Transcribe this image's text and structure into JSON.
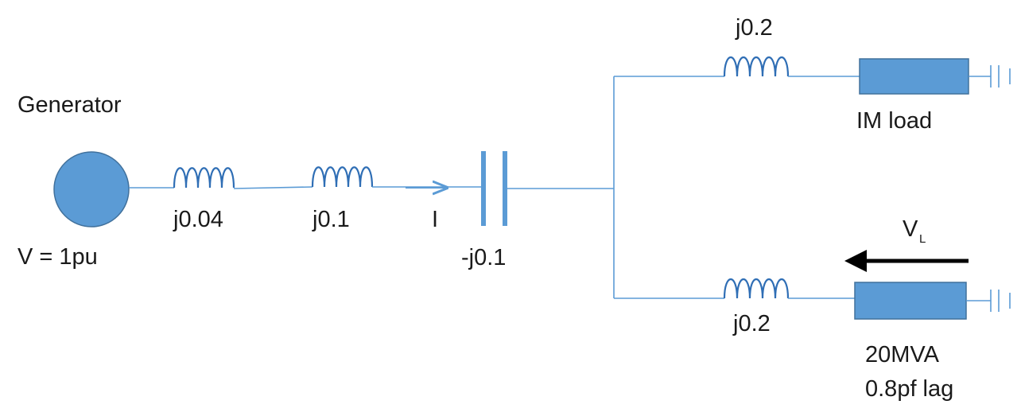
{
  "labels": {
    "generator": "Generator",
    "source_voltage": "V = 1pu",
    "x1": "j0.04",
    "x2": "j0.1",
    "current": "I",
    "capacitor": "-j0.1",
    "x_top": "j0.2",
    "im_load": "IM load",
    "voltage_main": "V",
    "voltage_sub": "L",
    "x_bottom": "j0.2",
    "load_rating": "20MVA",
    "load_pf": "0.8pf lag"
  },
  "colors": {
    "wire": "#5b9bd5",
    "element_fill": "#5b9bd5",
    "element_stroke": "#41719c",
    "coil": "#2f6eb5",
    "arrow": "#000000"
  }
}
